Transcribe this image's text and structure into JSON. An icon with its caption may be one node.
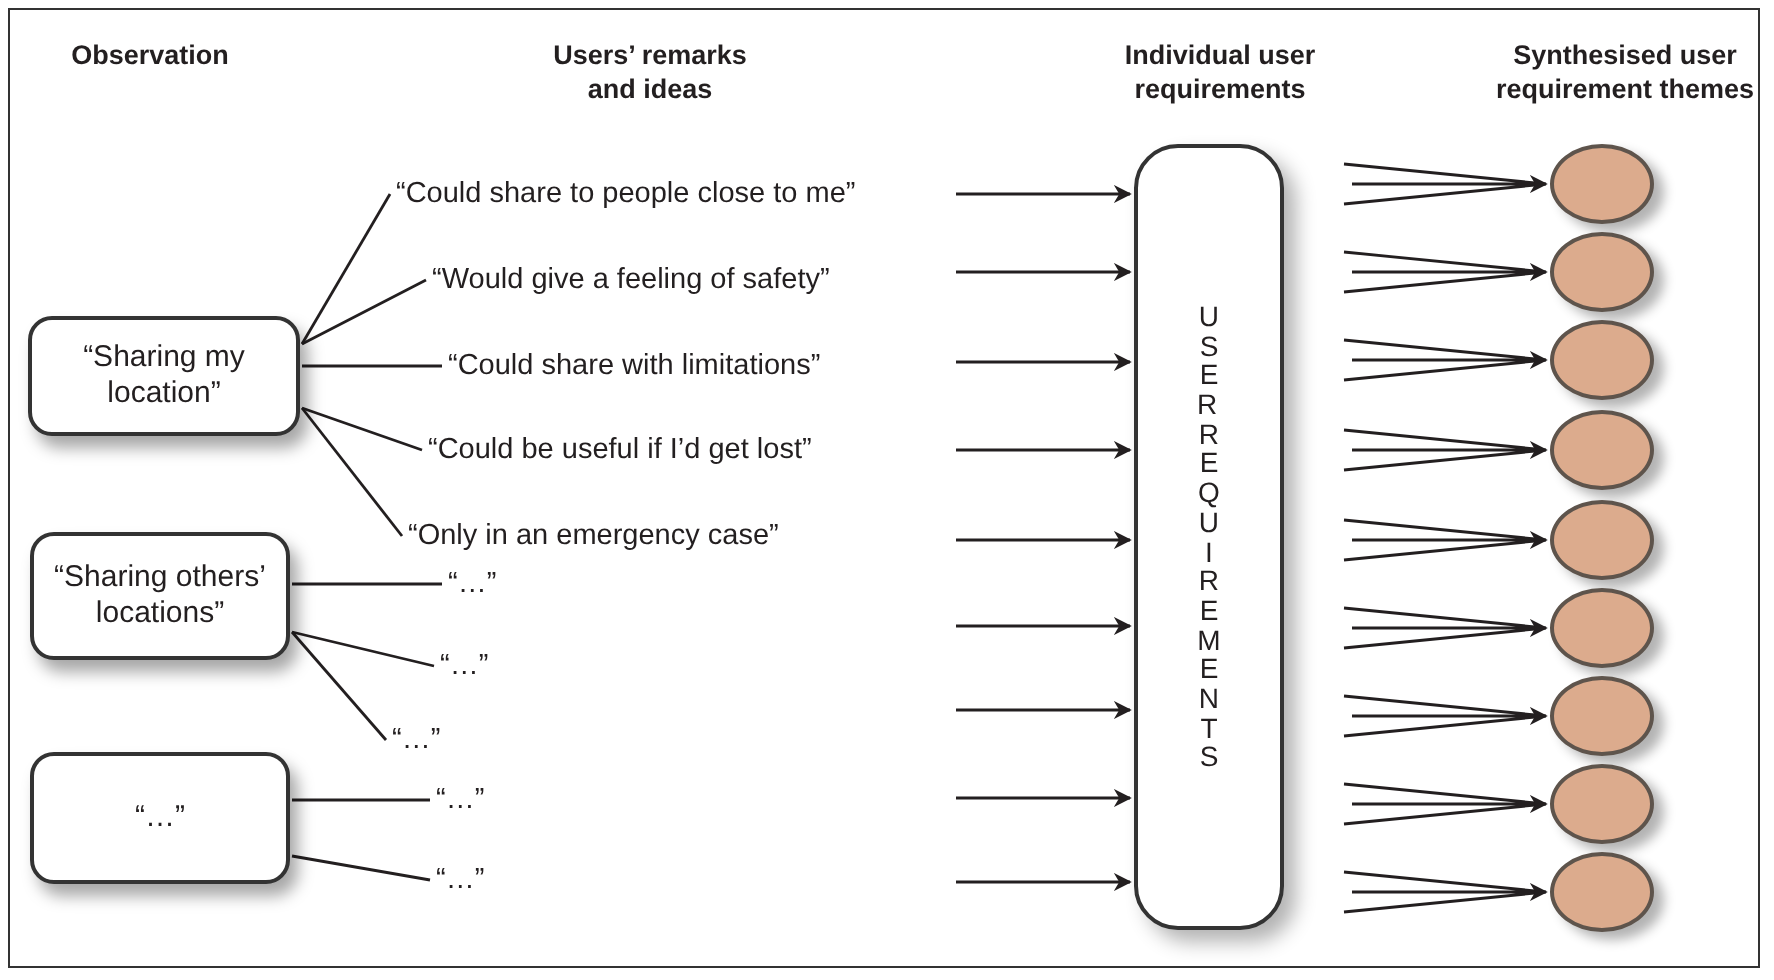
{
  "diagram": {
    "nodes": [
      {
        "text": [
          "“Sharing my location”"
        ]
      },
      {
        "text": [
          "“Sharing others’ locations”"
        ]
      },
      {
        "text": [
          "“…”"
        ]
      },
      {
        "text": [
          "“Could share to people close to me”"
        ]
      },
      {
        "text": [
          "“Would give a feeling of safety”"
        ]
      },
      {
        "text": [
          "“Could share with limitations”"
        ]
      },
      {
        "text": [
          "“Could be useful if I’d get lost”"
        ]
      },
      {
        "text": [
          "“Only in an emergency case”"
        ]
      },
      {
        "text": [
          "“…”"
        ]
      },
      {
        "text": [
          "“…”"
        ]
      },
      {
        "text": [
          "“…”"
        ]
      },
      {
        "text": [
          "“…”"
        ]
      },
      {
        "text": [
          "“…”"
        ]
      },
      {
        "text": [
          "USER REQUIREMENTS"
        ]
      },
      {
        "text": [],
        "shape": "circle"
      },
      {
        "text": [],
        "shape": "circle"
      },
      {
        "text": [],
        "shape": "circle"
      },
      {
        "text": [],
        "shape": "circle"
      },
      {
        "text": [],
        "shape": "circle"
      },
      {
        "text": [],
        "shape": "circle"
      },
      {
        "text": [],
        "shape": "circle"
      },
      {
        "text": [],
        "shape": "circle"
      },
      {
        "text": [],
        "shape": "circle"
      }
    ],
    "edges": [
      {
        "from": 0,
        "to": 3,
        "arrow": "none"
      },
      {
        "from": 0,
        "to": 4,
        "arrow": "none"
      },
      {
        "from": 0,
        "to": 5,
        "arrow": "none"
      },
      {
        "from": 0,
        "to": 6,
        "arrow": "none"
      },
      {
        "from": 0,
        "to": 7,
        "arrow": "none"
      },
      {
        "from": 1,
        "to": 8,
        "arrow": "none"
      },
      {
        "from": 1,
        "to": 9,
        "arrow": "none"
      },
      {
        "from": 1,
        "to": 10,
        "arrow": "none"
      },
      {
        "from": 2,
        "to": 11,
        "arrow": "none"
      },
      {
        "from": 2,
        "to": 12,
        "arrow": "none"
      },
      {
        "from": null,
        "to": 13,
        "arrow": "to"
      },
      {
        "from": null,
        "to": 13,
        "arrow": "to"
      },
      {
        "from": null,
        "to": 13,
        "arrow": "to"
      },
      {
        "from": null,
        "to": 13,
        "arrow": "to"
      },
      {
        "from": null,
        "to": 13,
        "arrow": "to"
      },
      {
        "from": null,
        "to": 13,
        "arrow": "to"
      },
      {
        "from": null,
        "to": 13,
        "arrow": "to"
      },
      {
        "from": null,
        "to": 13,
        "arrow": "to"
      },
      {
        "from": null,
        "to": 13,
        "arrow": "to"
      },
      {
        "from": null,
        "to": 14,
        "arrow": "to"
      },
      {
        "from": null,
        "to": 15,
        "arrow": "to"
      },
      {
        "from": null,
        "to": 16,
        "arrow": "to"
      },
      {
        "from": null,
        "to": 17,
        "arrow": "to"
      },
      {
        "from": null,
        "to": 18,
        "arrow": "to"
      },
      {
        "from": null,
        "to": 19,
        "arrow": "to"
      },
      {
        "from": null,
        "to": 20,
        "arrow": "to"
      },
      {
        "from": null,
        "to": 21,
        "arrow": "to"
      },
      {
        "from": null,
        "to": 22,
        "arrow": "to"
      }
    ],
    "labels": [
      "Observation",
      "Users’ remarks and ideas",
      "Individual user requirements",
      "Synthesised user requirement themes"
    ]
  }
}
